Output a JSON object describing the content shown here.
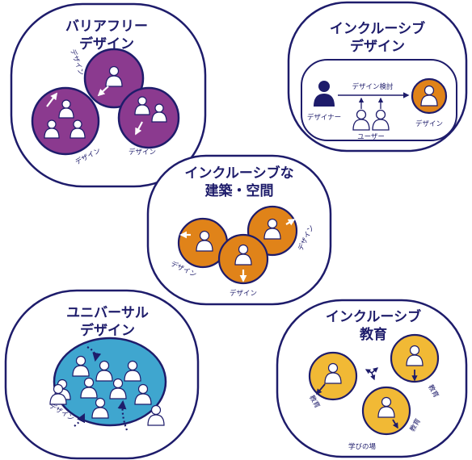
{
  "colors": {
    "navy": "#1e1c6b",
    "purple": "#8b3a8f",
    "orange": "#e08319",
    "blue": "#3fa6cf",
    "yellow": "#f1b935",
    "white": "#ffffff"
  },
  "panels": {
    "barrier_free": {
      "title_line1": "バリアフリー",
      "title_line2": "デザイン",
      "labels": [
        "デザイン",
        "デザイン",
        "デザイン"
      ]
    },
    "inclusive_design": {
      "title_line1": "インクルーシブ",
      "title_line2": "デザイン",
      "review_label": "デザイン検討",
      "designer_label": "デザイナー",
      "user_label": "ユーザー",
      "design_label": "デザイン"
    },
    "inclusive_architecture": {
      "title_line1": "インクルーシブな",
      "title_line2": "建築・空間",
      "labels": [
        "デザイン",
        "デザイン",
        "デザイン"
      ]
    },
    "universal_design": {
      "title_line1": "ユニバーサル",
      "title_line2": "デザイン",
      "label": "デザイン"
    },
    "inclusive_education": {
      "title_line1": "インクルーシブ",
      "title_line2": "教育",
      "labels": [
        "教育",
        "教育",
        "教育"
      ],
      "place_label": "学びの場"
    }
  },
  "icons": [
    "person-icon",
    "arrow-icon",
    "dotted-arrow-icon",
    "cycle-arrows-icon"
  ]
}
